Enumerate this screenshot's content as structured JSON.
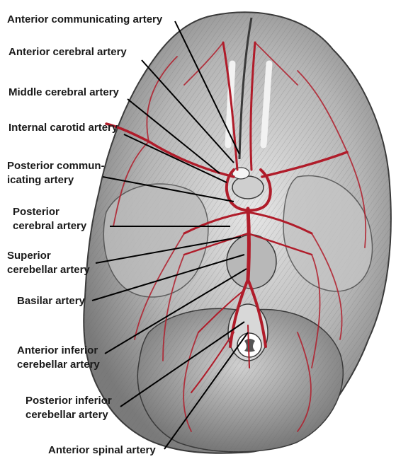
{
  "labels": {
    "acom": "Anterior communicating artery",
    "aca": "Anterior cerebral artery",
    "mca": "Middle cerebral artery",
    "ica": "Internal carotid artery",
    "pcom_1": "Posterior commun-",
    "pcom_2": "icating artery",
    "pca_1": "Posterior",
    "pca_2": "cerebral artery",
    "sca_1": "Superior",
    "sca_2": "cerebellar artery",
    "basilar": "Basilar artery",
    "aica_1": "Anterior inferior",
    "aica_2": "cerebellar artery",
    "pica_1": "Posterior inferior",
    "pica_2": "cerebellar artery",
    "asa": "Anterior spinal artery"
  },
  "colors": {
    "brain": "#9a9a9a",
    "brain_light": "#d9d9d9",
    "artery": "#b01c2a",
    "leader": "#000000",
    "text": "#1a1a1a"
  }
}
